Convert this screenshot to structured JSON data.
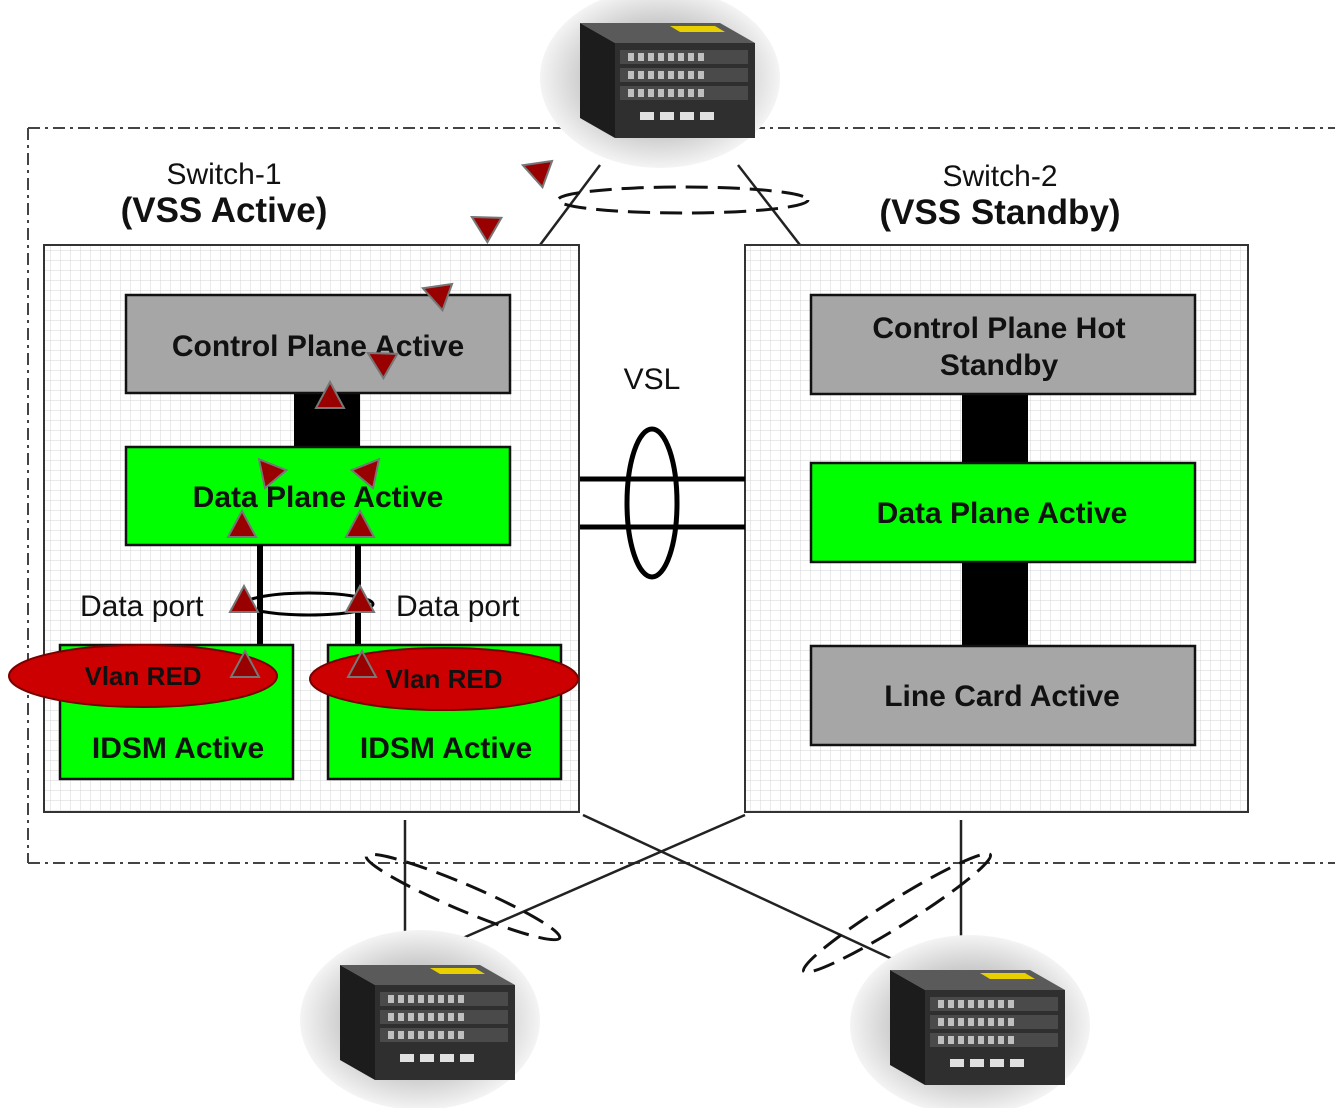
{
  "switch1": {
    "name": "Switch-1",
    "role": "(VSS Active)"
  },
  "switch2": {
    "name": "Switch-2",
    "role": "(VSS Standby)"
  },
  "vsl_label": "VSL",
  "switch1_blocks": {
    "control_plane": "Control Plane Active",
    "data_plane": "Data Plane Active",
    "data_port_left": "Data port",
    "data_port_right": "Data port",
    "vlan_left": "Vlan RED",
    "vlan_right": "Vlan RED",
    "idsm_left": "IDSM Active",
    "idsm_right": "IDSM Active"
  },
  "switch2_blocks": {
    "control_plane_line1": "Control Plane Hot",
    "control_plane_line2": "Standby",
    "data_plane": "Data Plane Active",
    "line_card": "Line Card Active"
  },
  "colors": {
    "active_green": "#00ff00",
    "gray_block": "#a6a6a6",
    "vlan_red": "#cc0000",
    "arrow_dark_red": "#990000",
    "chassis_dark": "#3a3a3a"
  },
  "icons": [
    "switch-chassis-icon",
    "triangle-marker-icon"
  ]
}
